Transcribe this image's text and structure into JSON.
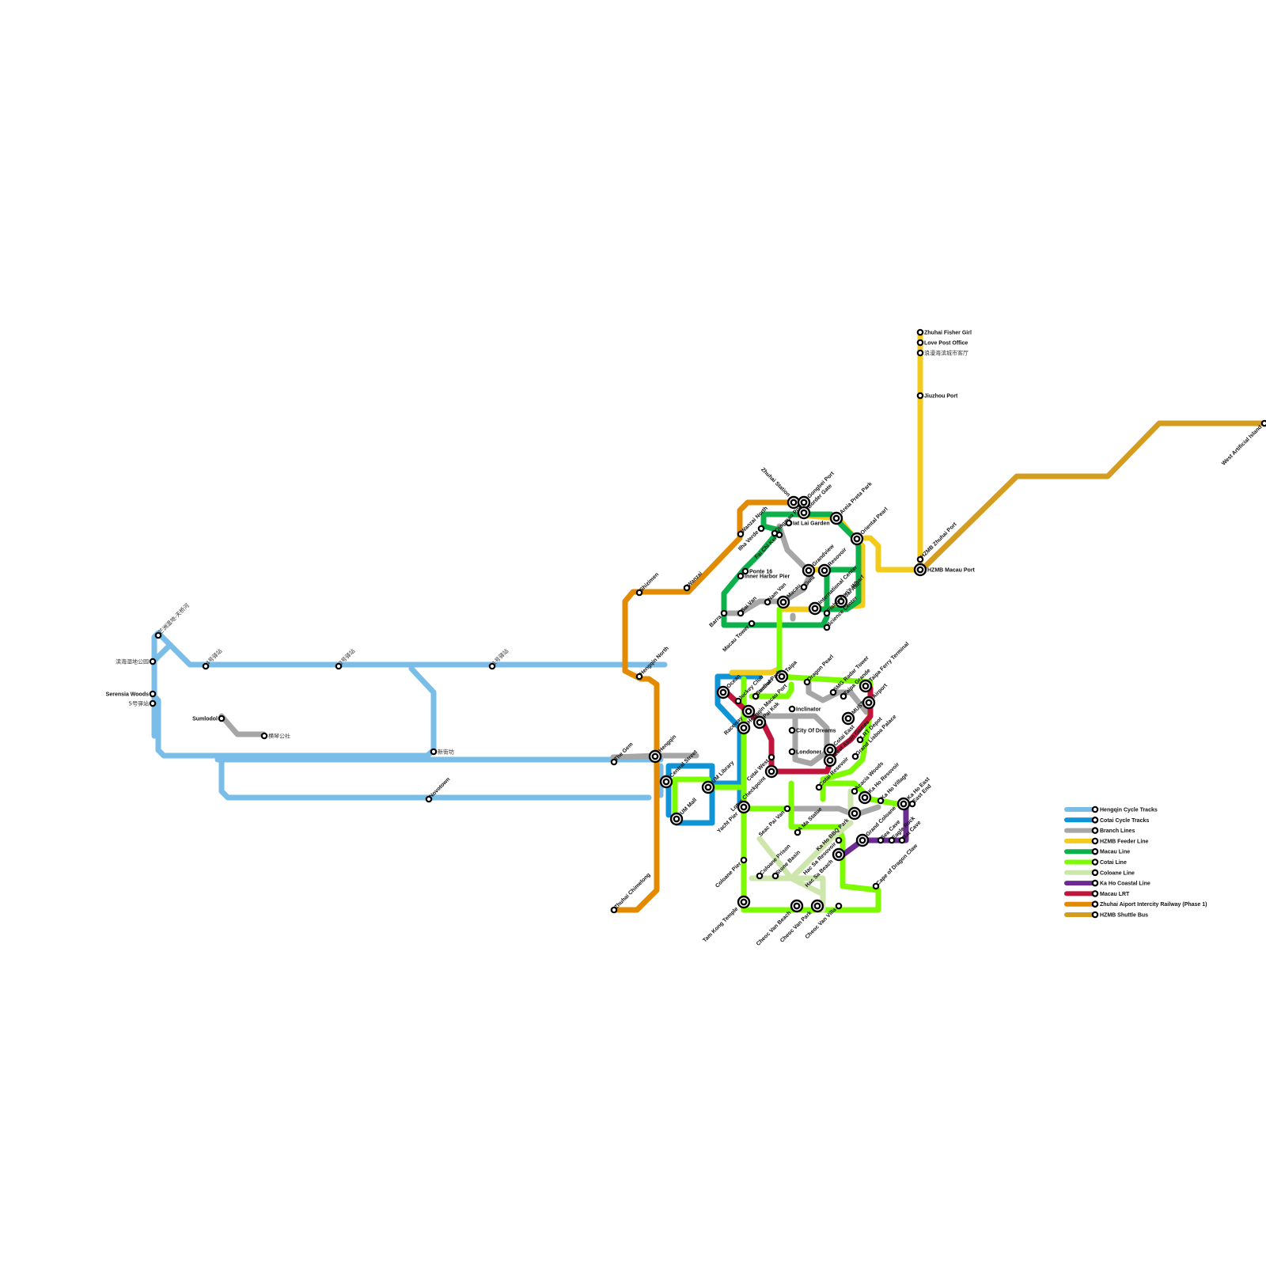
{
  "title": "Zhuhai / Macau Transit Map",
  "legend": [
    {
      "id": "hengqin-cycle",
      "label": "Hengqin Cycle Tracks",
      "color": "#7abde8"
    },
    {
      "id": "cotai-cycle",
      "label": "Cotai Cycle Tracks",
      "color": "#0f94d6"
    },
    {
      "id": "branch",
      "label": "Branch Lines",
      "color": "#a6a6a6"
    },
    {
      "id": "hzmb-feeder",
      "label": "HZMB Feeder Line",
      "color": "#f2cb1d"
    },
    {
      "id": "macau",
      "label": "Macau Line",
      "color": "#0db14b"
    },
    {
      "id": "cotai",
      "label": "Cotai Line",
      "color": "#7dfc00"
    },
    {
      "id": "coloane",
      "label": "Coloane Line",
      "color": "#cde6ab"
    },
    {
      "id": "kaho",
      "label": "Ka Ho Coastal Line",
      "color": "#6a2c91"
    },
    {
      "id": "lrt",
      "label": "Macau LRT",
      "color": "#c1143c"
    },
    {
      "id": "zhuhai-airport",
      "label": "Zhuhai Aiport Intercity Railway (Phase 1)",
      "color": "#e28a00"
    },
    {
      "id": "hzmb-shuttle",
      "label": "HZMB Shuttle Bus",
      "color": "#d49d20"
    }
  ],
  "stations": {
    "s_tianqiao": {
      "name": "芒洲湿地-天桥河",
      "cn": true
    },
    "s_binhai": {
      "name": "滨海湿地公园",
      "cn": true
    },
    "s_4": {
      "name": "4号驿站",
      "cn": true
    },
    "s_2": {
      "name": "2号驿站",
      "cn": true
    },
    "s_1": {
      "name": "1号驿站",
      "cn": true
    },
    "s_serensia": {
      "name": "Serensia Woods"
    },
    "s_5": {
      "name": "5号驿站",
      "cn": true
    },
    "s_sumlodol": {
      "name": "Sumlodol"
    },
    "s_hengqin_gongshe": {
      "name": "横琴公社",
      "cn": true
    },
    "s_xinjiefang": {
      "name": "新街坊",
      "cn": true
    },
    "s_novotown": {
      "name": "Novotown"
    },
    "s_thegem": {
      "name": "The Gem"
    },
    "s_hengqin": {
      "name": "Hengqin"
    },
    "s_hengqin_north": {
      "name": "Hengqin North"
    },
    "s_shizimen": {
      "name": "Shizimen"
    },
    "s_wanzai": {
      "name": "Wanzai"
    },
    "s_wanzai_north": {
      "name": "Wanzai North"
    },
    "s_chimelong": {
      "name": "Zhuhai Chimelong"
    },
    "s_zhuhai_station": {
      "name": "Zhuhai Station"
    },
    "s_gongbei": {
      "name": "Gongbei Port"
    },
    "s_border_gate": {
      "name": "Border Gate"
    },
    "s_iat_lai": {
      "name": "Iat Lai Garden"
    },
    "s_areia": {
      "name": "Areia Preta Park"
    },
    "s_oriental": {
      "name": "Oriental Pearl"
    },
    "s_ilha_verde": {
      "name": "Ilha Verde"
    },
    "s_qingmao": {
      "name": "Qingmao Port"
    },
    "s_fai_chi_kei": {
      "name": "Fai Chi Kei"
    },
    "s_ponte16": {
      "name": "Ponte 16"
    },
    "s_inner_harbor": {
      "name": "Inner Harbor Pier"
    },
    "s_grandview": {
      "name": "Grandview"
    },
    "s_resovoir": {
      "name": "Resovoir"
    },
    "s_guia": {
      "name": "Guia"
    },
    "s_macau": {
      "name": "Macau"
    },
    "s_nam_van": {
      "name": "Nam Van"
    },
    "s_sai_van": {
      "name": "Sai Van"
    },
    "s_barra": {
      "name": "Barra"
    },
    "s_macau_tower": {
      "name": "Macau Tower"
    },
    "s_intl_center": {
      "name": "International Center"
    },
    "s_fishermans": {
      "name": "Fisherman's Wharf"
    },
    "s_jai_alai": {
      "name": "Jai Alai"
    },
    "s_science": {
      "name": "Science Center"
    },
    "s_zhuhai_fisher": {
      "name": "Zhuhai Fisher Girl"
    },
    "s_love_post": {
      "name": "Love Post Office"
    },
    "s_langman": {
      "name": "浪漫海滨城市客厅",
      "cn": true
    },
    "s_jiuzhou": {
      "name": "Jiuzhou Port"
    },
    "s_hzmb_zhuhai": {
      "name": "HZMB Zhuhai Port"
    },
    "s_hzmb_macau": {
      "name": "HZMB Macau Port"
    },
    "s_west_island": {
      "name": "West Artificial Island"
    },
    "s_taipa": {
      "name": "Taipa"
    },
    "s_ocean": {
      "name": "Ocean"
    },
    "s_jockey": {
      "name": "Jockey Club"
    },
    "s_central_park": {
      "name": "Central Park"
    },
    "s_stadium": {
      "name": "Stadium"
    },
    "s_pai_kok": {
      "name": "Pai Kok"
    },
    "s_raceway": {
      "name": "Raceway"
    },
    "s_hengqin_macau_port": {
      "name": "Hengqin Macau Port"
    },
    "s_dragon_pearl": {
      "name": "Dragon Pearl"
    },
    "s_smg": {
      "name": "SMG Radar Tower"
    },
    "s_taipa_grande": {
      "name": "Taipa Grande"
    },
    "s_taipa_ferry": {
      "name": "Taipa Ferry Terminal"
    },
    "s_airport": {
      "name": "Airport"
    },
    "s_must": {
      "name": "MUST"
    },
    "s_inclinator": {
      "name": "Inclinator"
    },
    "s_city_of_dreams": {
      "name": "City Of Dreams"
    },
    "s_londoner": {
      "name": "Londoner"
    },
    "s_cotai_east": {
      "name": "Cotai East"
    },
    "s_east_asian": {
      "name": "East Asian Games"
    },
    "s_lrt_depot": {
      "name": "LRT Depot"
    },
    "s_grand_lisboa": {
      "name": "Grand Lisboa Palace"
    },
    "s_cotai_west": {
      "name": "Cotai West"
    },
    "s_lotus": {
      "name": "Lotus Checkpoint"
    },
    "s_cotai_resevoir": {
      "name": "Cotai Resevoir"
    },
    "s_central_street": {
      "name": "Central Street"
    },
    "s_um_library": {
      "name": "UM Library"
    },
    "s_um_mall": {
      "name": "UM Mall"
    },
    "s_yacht_pier": {
      "name": "Yacht Pier"
    },
    "s_seac_pai_van": {
      "name": "Seac Pai Van"
    },
    "s_a_ma": {
      "name": "A Ma Statue"
    },
    "s_acacia": {
      "name": "Acacia Woods"
    },
    "s_ka_ho_resovoir": {
      "name": "Ka Ho Resovoir"
    },
    "s_ka_ho_village": {
      "name": "Ka Ho Village"
    },
    "s_ka_ho_east": {
      "name": "Ka Ho East"
    },
    "s_east_end": {
      "name": "East End"
    },
    "s_ka_ho_bbq": {
      "name": "Ka Ho BBQ Park"
    },
    "s_grand_coloane": {
      "name": "Grand Coloane"
    },
    "s_sea_cave": {
      "name": "Sea Cave"
    },
    "s_eagle_rock": {
      "name": "Eagle Rock"
    },
    "s_bat_cave": {
      "name": "Bat Cave"
    },
    "s_hac_sa_resovoir": {
      "name": "Hac Sa Resovoir"
    },
    "s_hac_sa_beach": {
      "name": "Hac Sa Beach"
    },
    "s_coloane_pier": {
      "name": "Coloane Pier"
    },
    "s_coloane_prison": {
      "name": "Coloane Prison"
    },
    "s_stone_basin": {
      "name": "Stone Basin"
    },
    "s_cape_dragon": {
      "name": "Cape of Dragon Claw"
    },
    "s_tam_kong": {
      "name": "Tam Kong Temple"
    },
    "s_cheoc_beach": {
      "name": "Cheoc Van Beach"
    },
    "s_cheoc_park": {
      "name": "Cheoc Van Park"
    },
    "s_cheoc_villa": {
      "name": "Cheoc Van Villa"
    }
  }
}
